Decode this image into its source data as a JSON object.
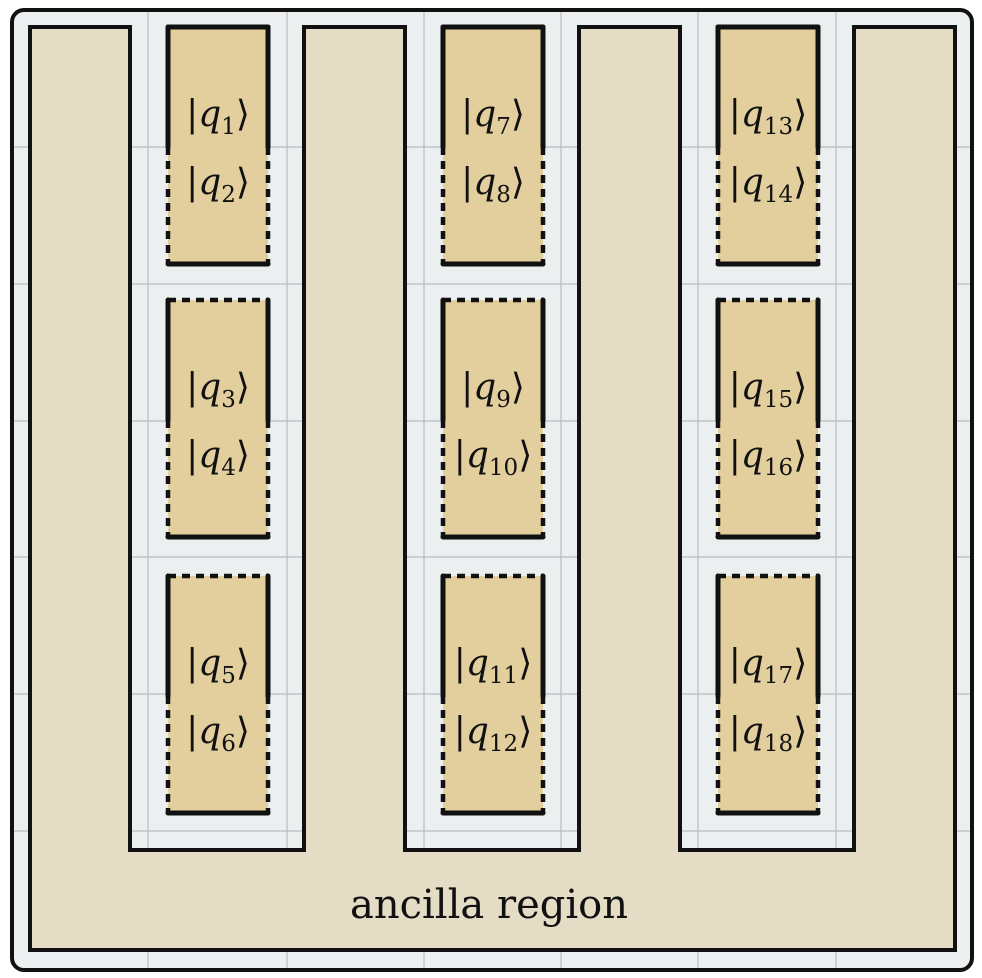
{
  "colors": {
    "frame_fill": "#eceff0",
    "frame_stroke": "#111111",
    "grid": "#b9bcbe",
    "ancilla_fill": "#e4dcc5",
    "qubit_fill": "#e3cf9d",
    "border": "#111111"
  },
  "ancilla": {
    "label": "ancilla region"
  },
  "qubits": [
    {
      "column": 0,
      "block": 0,
      "labels": [
        {
          "v": "q",
          "s": "1"
        },
        {
          "v": "q",
          "s": "2"
        }
      ]
    },
    {
      "column": 0,
      "block": 1,
      "labels": [
        {
          "v": "q",
          "s": "3"
        },
        {
          "v": "q",
          "s": "4"
        }
      ]
    },
    {
      "column": 0,
      "block": 2,
      "labels": [
        {
          "v": "q",
          "s": "5"
        },
        {
          "v": "q",
          "s": "6"
        }
      ]
    },
    {
      "column": 1,
      "block": 0,
      "labels": [
        {
          "v": "q",
          "s": "7"
        },
        {
          "v": "q",
          "s": "8"
        }
      ]
    },
    {
      "column": 1,
      "block": 1,
      "labels": [
        {
          "v": "q",
          "s": "9"
        },
        {
          "v": "q",
          "s": "10"
        }
      ]
    },
    {
      "column": 1,
      "block": 2,
      "labels": [
        {
          "v": "q",
          "s": "11"
        },
        {
          "v": "q",
          "s": "12"
        }
      ]
    },
    {
      "column": 2,
      "block": 0,
      "labels": [
        {
          "v": "q",
          "s": "13"
        },
        {
          "v": "q",
          "s": "14"
        }
      ]
    },
    {
      "column": 2,
      "block": 1,
      "labels": [
        {
          "v": "q",
          "s": "15"
        },
        {
          "v": "q",
          "s": "16"
        }
      ]
    },
    {
      "column": 2,
      "block": 2,
      "labels": [
        {
          "v": "q",
          "s": "17"
        },
        {
          "v": "q",
          "s": "18"
        }
      ]
    }
  ]
}
